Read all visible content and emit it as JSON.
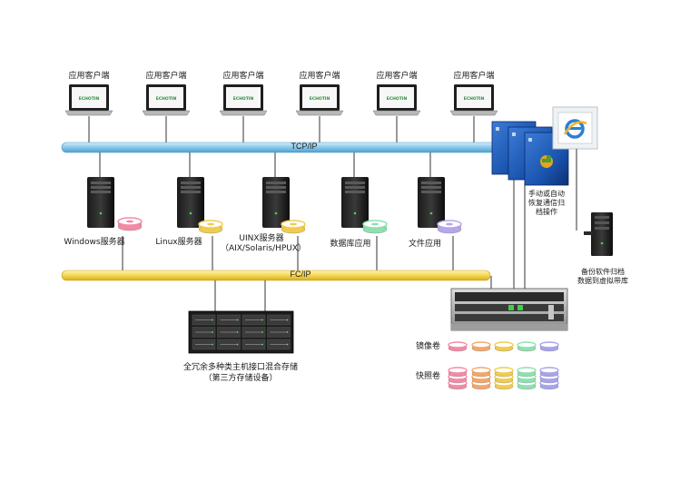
{
  "clients": [
    {
      "label": "应用客户端",
      "screen_text": "ECHOTIN"
    },
    {
      "label": "应用客户端",
      "screen_text": "ECHOTIN"
    },
    {
      "label": "应用客户端",
      "screen_text": "ECHOTIN"
    },
    {
      "label": "应用客户端",
      "screen_text": "ECHOTIN"
    },
    {
      "label": "应用客户端",
      "screen_text": "ECHOTIN"
    },
    {
      "label": "应用客户端",
      "screen_text": "ECHOTIN"
    }
  ],
  "buses": {
    "tcp": {
      "label": "TCP/IP",
      "color": "#7fc4e8"
    },
    "fc": {
      "label": "FC/IP",
      "color": "#f3d24a"
    }
  },
  "servers": [
    {
      "label": "Windows服务器",
      "disk_color": "#f28aa6"
    },
    {
      "label": "Linux服务器",
      "disk_color": "#f0cc4e"
    },
    {
      "label": "UINX服务器",
      "label2": "（AIX/Solaris/HPUX）",
      "disk_color": "#f0cc4e"
    },
    {
      "label": "数据库应用",
      "disk_color": "#8fe0b0"
    },
    {
      "label": "文件应用",
      "disk_color": "#b7a6ea"
    }
  ],
  "manual_op": {
    "line1": "手动或自动",
    "line2": "恢复通信归",
    "line3": "档操作"
  },
  "backup": {
    "line1": "备份软件归档",
    "line2": "数据到虚拟带库"
  },
  "storage": {
    "line1": "全冗余多种类主机接口混合存储",
    "line2": "（第三方存储设备）"
  },
  "volumes": {
    "mirror_label": "镜像卷",
    "snapshot_label": "快照卷",
    "colors": [
      "#f28aa6",
      "#f2a76a",
      "#f0cc4e",
      "#8fe0b0",
      "#a9a2ec"
    ]
  }
}
